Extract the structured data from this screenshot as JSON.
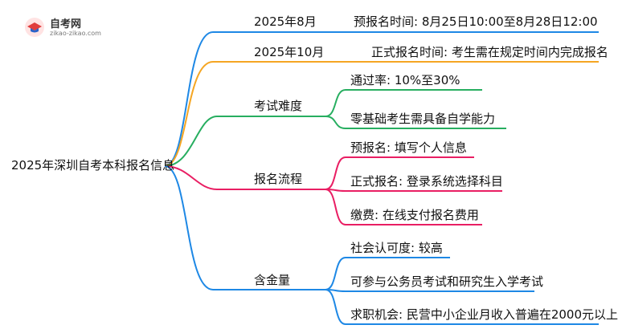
{
  "logo": {
    "title": "自考网",
    "url": "zikao-zikao.com"
  },
  "root": {
    "label": "2025年深圳自考本科报名信息"
  },
  "branches": [
    {
      "label": "2025年8月",
      "leaves": [
        "预报名时间: 8月25日10:00至8月28日12:00"
      ]
    },
    {
      "label": "2025年10月",
      "leaves": [
        "正式报名时间: 考生需在规定时间内完成报名"
      ]
    },
    {
      "label": "考试难度",
      "leaves": [
        "通过率: 10%至30%",
        "零基础考生需具备自学能力"
      ]
    },
    {
      "label": "报名流程",
      "leaves": [
        "预报名: 填写个人信息",
        "正式报名: 登录系统选择科目",
        "缴费: 在线支付报名费用"
      ]
    },
    {
      "label": "含金量",
      "leaves": [
        "社会认可度: 较高",
        "可参与公务员考试和研究生入学考试",
        "求职机会: 民营中小企业月收入普遍在2000元以上"
      ]
    }
  ],
  "colors": {
    "blue": "#1e88e5",
    "orange": "#f5a623",
    "green": "#27ae60",
    "pink": "#e91e63",
    "logo_red": "#e03c3c"
  }
}
